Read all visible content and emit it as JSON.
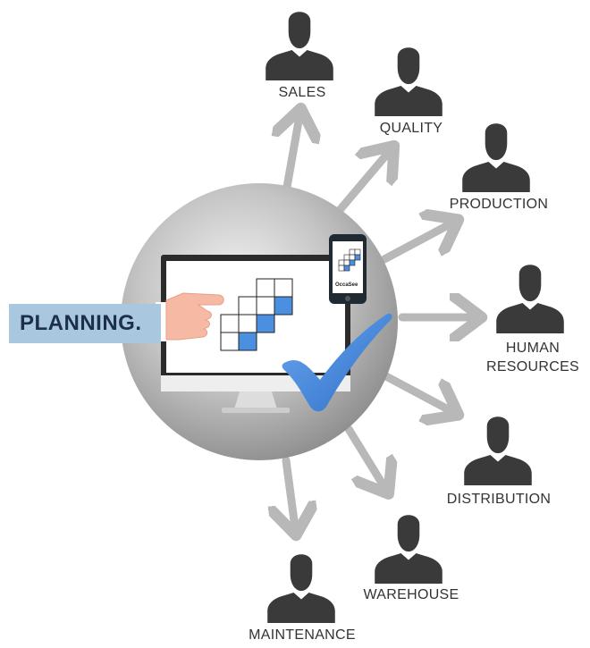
{
  "departments": {
    "sales": "SALES",
    "quality": "QUALITY",
    "production": "PRODUCTION",
    "human_resources_line1": "HUMAN",
    "human_resources_line2": "RESOURCES",
    "distribution": "DISTRIBUTION",
    "warehouse": "WAREHOUSE",
    "maintenance": "MAINTENANCE"
  },
  "planning_label": "PLANNING.",
  "phone_brand": "OccaSee",
  "colors": {
    "sphere": "#b3b3b3",
    "arrow": "#b8b8b8",
    "person": "#3a3a3a",
    "check": "#3b7fd9",
    "grid_fill": "#4a8fe0",
    "planning_bg": "#a9c8e0"
  }
}
